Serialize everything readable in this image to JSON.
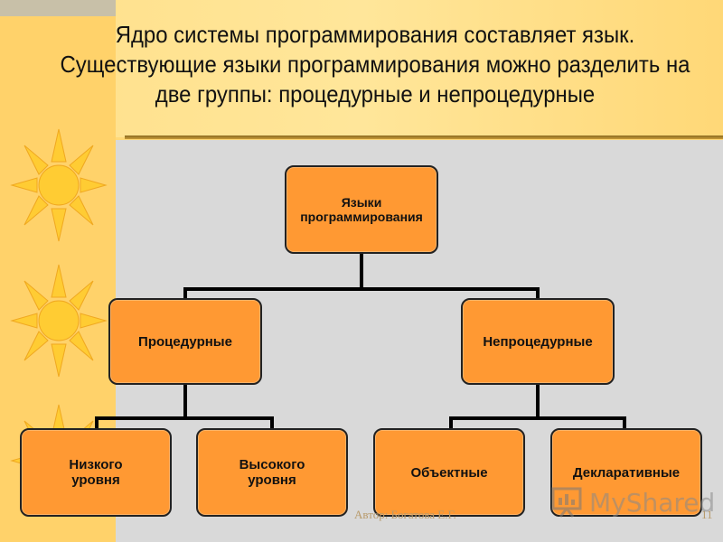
{
  "slide": {
    "title": "Ядро системы программирования составляет язык.\nСуществующие языки программирования можно разделить на\nдве группы: процедурные и непроцедурные",
    "footer_text": "Автор: Богатова Е.Г.",
    "page_number": "11",
    "watermark": "MyShared"
  },
  "diagram": {
    "root": "Языки\nпрограммирования",
    "level1": [
      "Процедурные",
      "Непроцедурные"
    ],
    "level2": [
      "Низкого\nуровня",
      "Высокого\nуровня",
      "Объектные",
      "Декларативные"
    ]
  },
  "colors": {
    "node_fill": "#ff9933",
    "background": "#ffd877",
    "content": "#d9d9d9"
  }
}
